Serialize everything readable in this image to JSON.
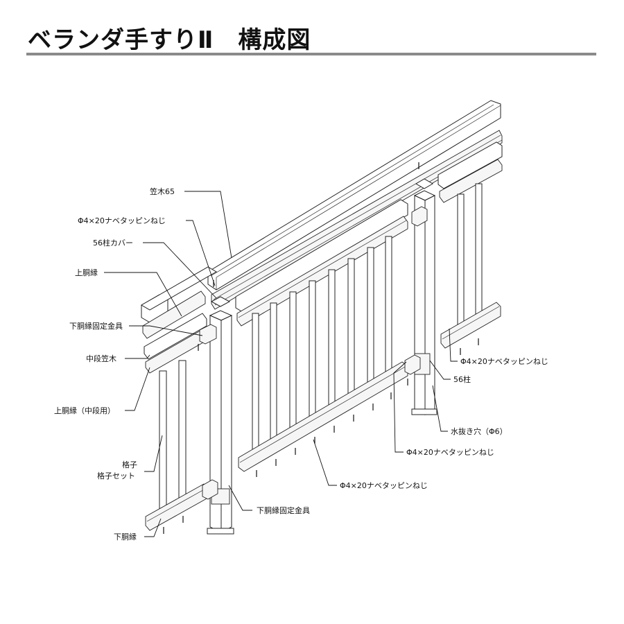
{
  "title": "ベランダ手すりⅡ　構成図",
  "labels": {
    "kasagi65": "笠木65",
    "screw_top": "Φ4×20ナベタッピンねじ",
    "post_cover": "56柱カバー",
    "upper_rail": "上胴縁",
    "lower_bracket_left": "下胴縁固定金具",
    "middle_kasagi": "中段笠木",
    "upper_rail_middle": "上胴縁（中段用）",
    "lattice": "格子",
    "lattice_set": "格子セット",
    "lower_rail": "下胴縁",
    "lower_bracket_bottom": "下胴縁固定金具",
    "screw_lower_center": "Φ4×20ナベタッピンねじ",
    "screw_lower_right": "Φ4×20ナベタッピンねじ",
    "drain_hole": "水抜き穴（Φ6）",
    "post56": "56柱",
    "screw_right": "Φ4×20ナベタッピンねじ"
  },
  "colors": {
    "title_rule": "#8a8a8a",
    "line": "#222222"
  }
}
